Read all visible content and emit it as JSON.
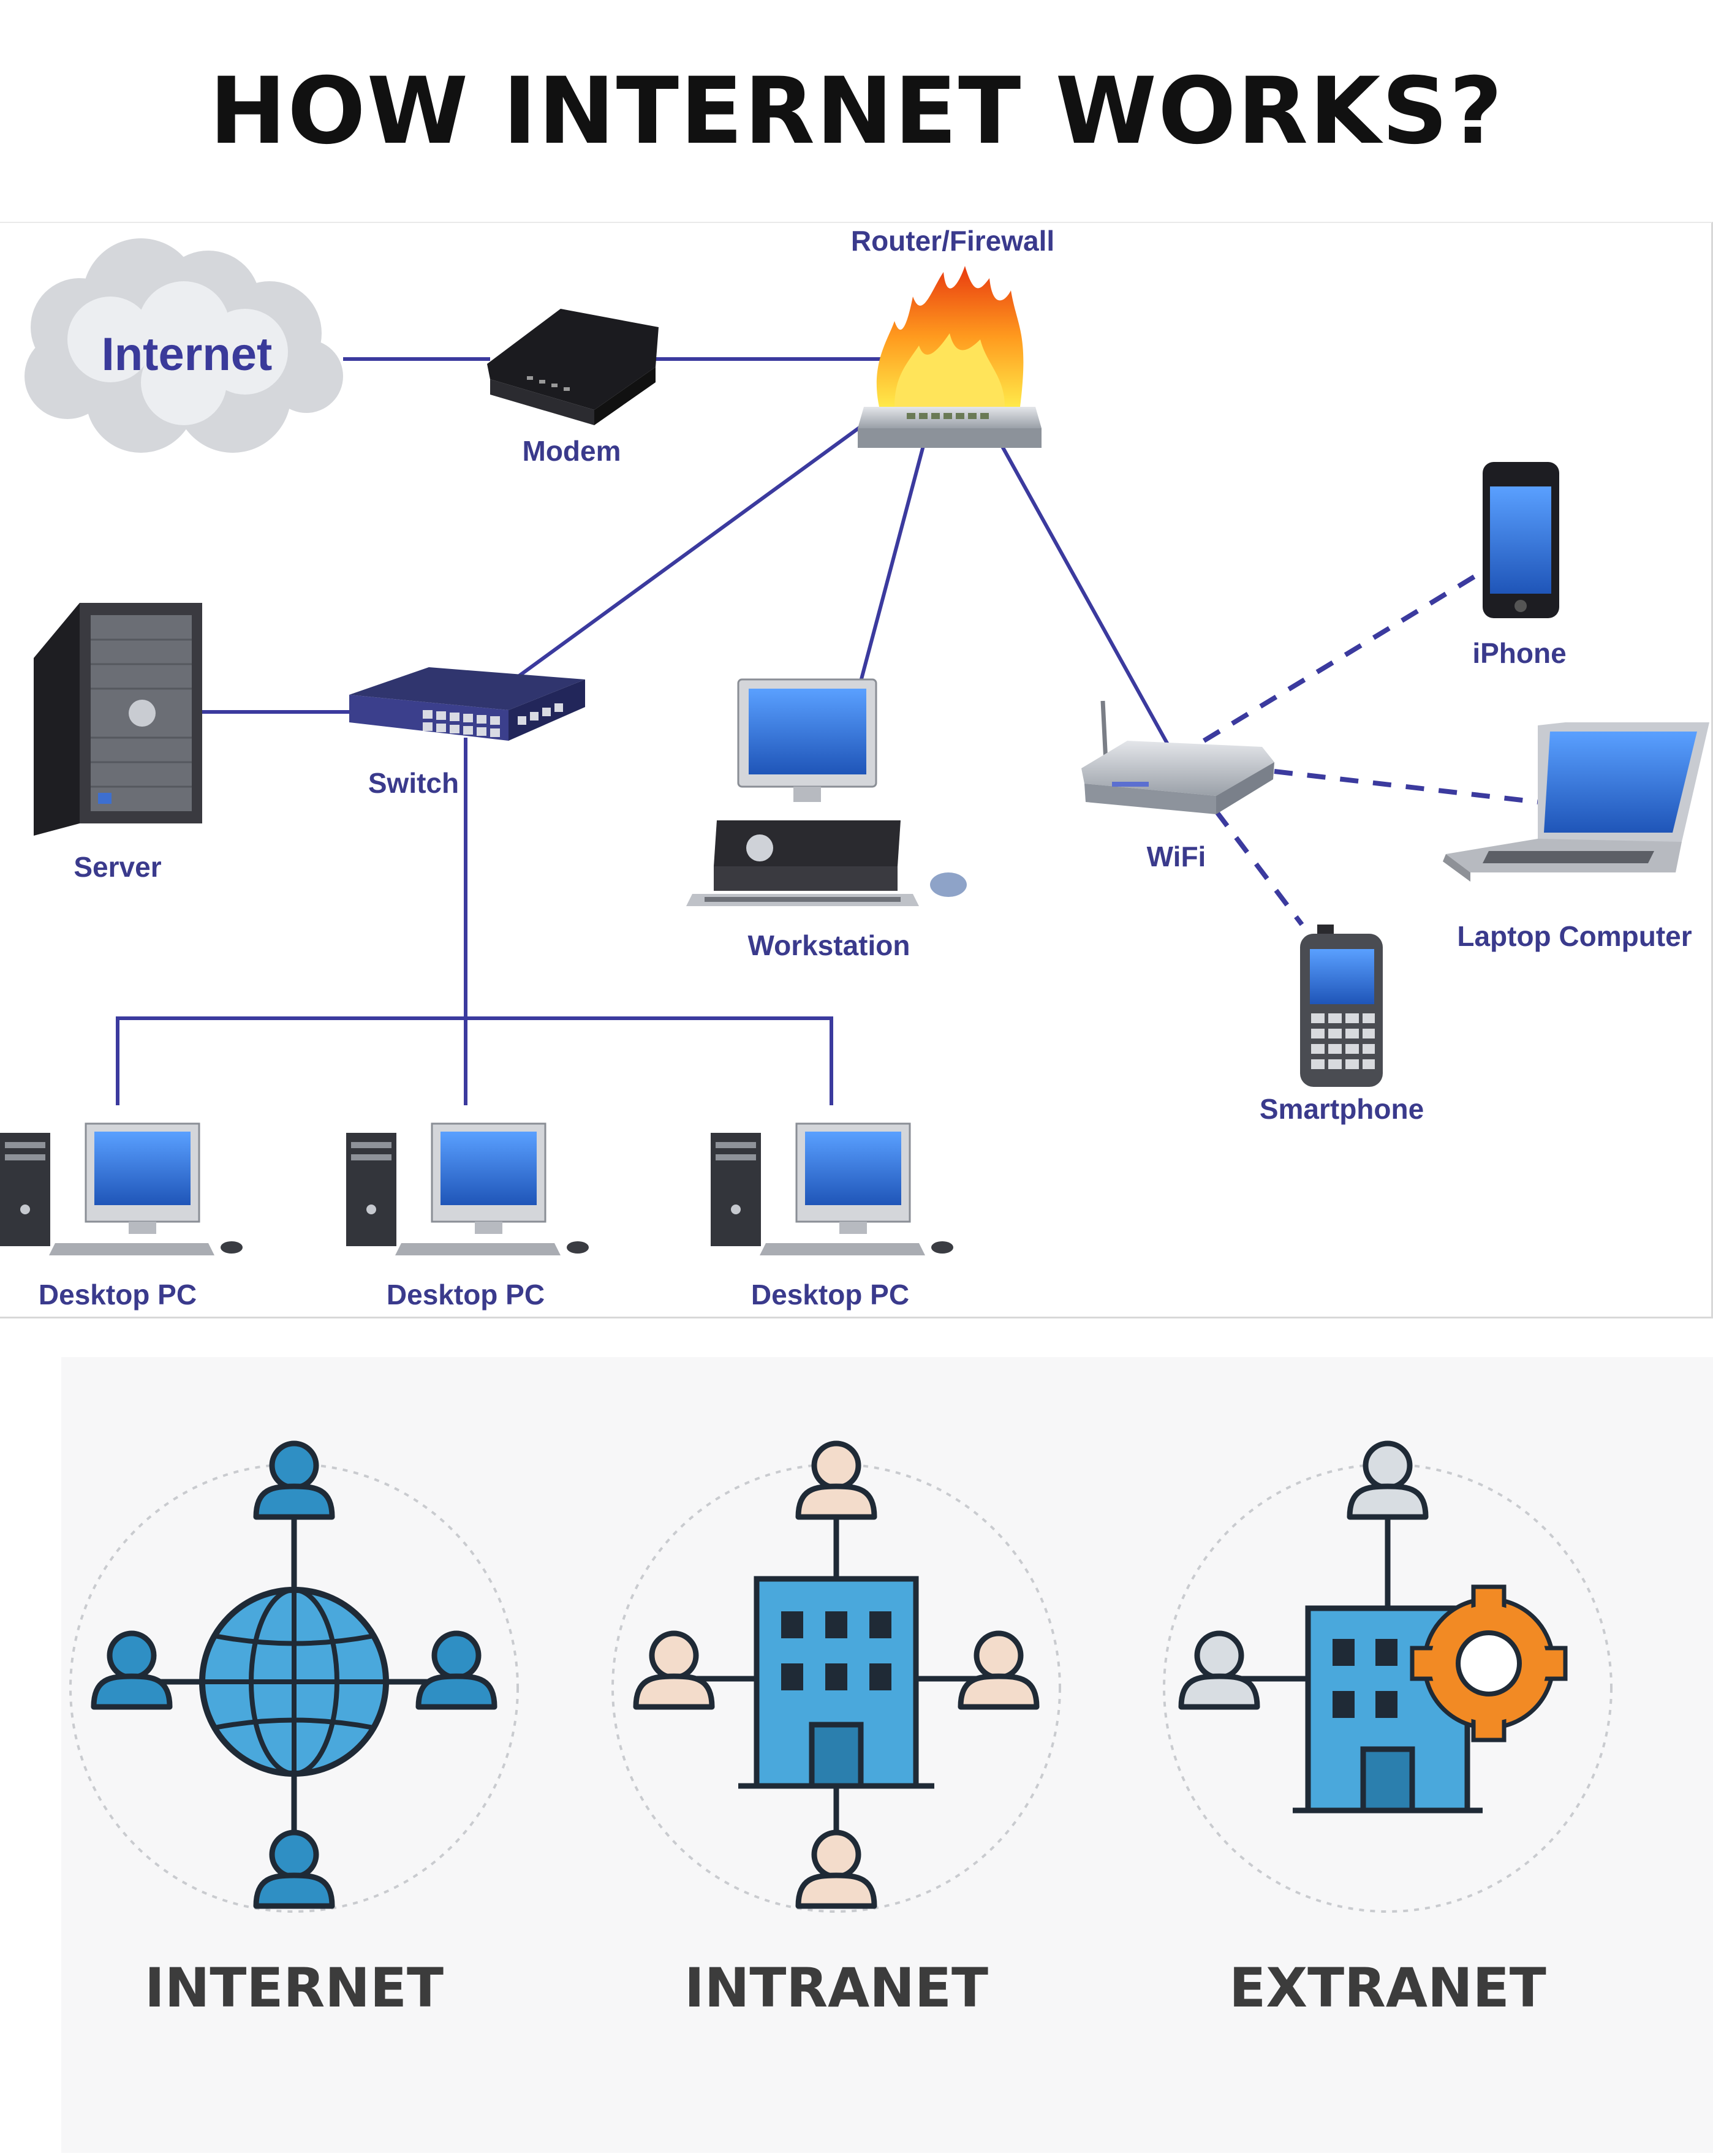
{
  "title": "HOW INTERNET WORKS?",
  "network": {
    "nodes": {
      "internet": "Internet",
      "modem": "Modem",
      "router": "Router/Firewall",
      "server": "Server",
      "switch": "Switch",
      "workstation": "Workstation",
      "wifi": "WiFi",
      "iphone": "iPhone",
      "laptop": "Laptop Computer",
      "smartphone": "Smartphone",
      "desktop1": "Desktop PC",
      "desktop2": "Desktop PC",
      "desktop3": "Desktop PC"
    },
    "colors": {
      "link": "#3b3a9e",
      "label": "#3a3a8c",
      "screen": "#2f6fd6"
    }
  },
  "network_types": [
    {
      "label": "INTERNET",
      "icon": "globe-icon",
      "person_color": "#2f8fc4"
    },
    {
      "label": "INTRANET",
      "icon": "building-icon",
      "person_color": "#f3dccb"
    },
    {
      "label": "EXTRANET",
      "icon": "building-gear-icon",
      "person_color": "#d8dde2",
      "gear_color": "#f28a24"
    }
  ]
}
